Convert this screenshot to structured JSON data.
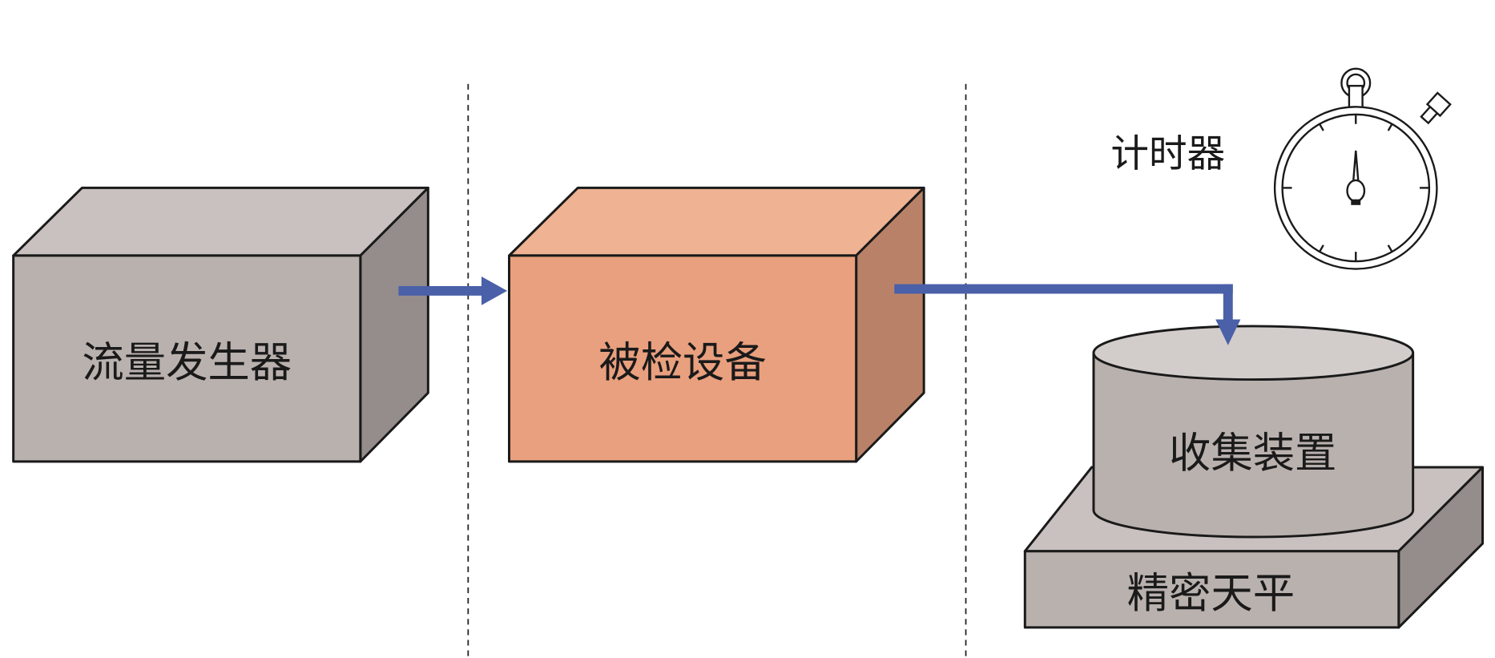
{
  "labels": {
    "flow_generator": "流量发生器",
    "device_under_test": "被检设备",
    "timer": "计时器",
    "collector": "收集装置",
    "balance": "精密天平"
  },
  "colors": {
    "gray_front": "#b9b1ae",
    "gray_top": "#c8c1bf",
    "gray_side": "#958d8b",
    "orange_front": "#e9a07e",
    "orange_top": "#efb292",
    "orange_side": "#b98268",
    "arrow": "#4a60a8"
  }
}
